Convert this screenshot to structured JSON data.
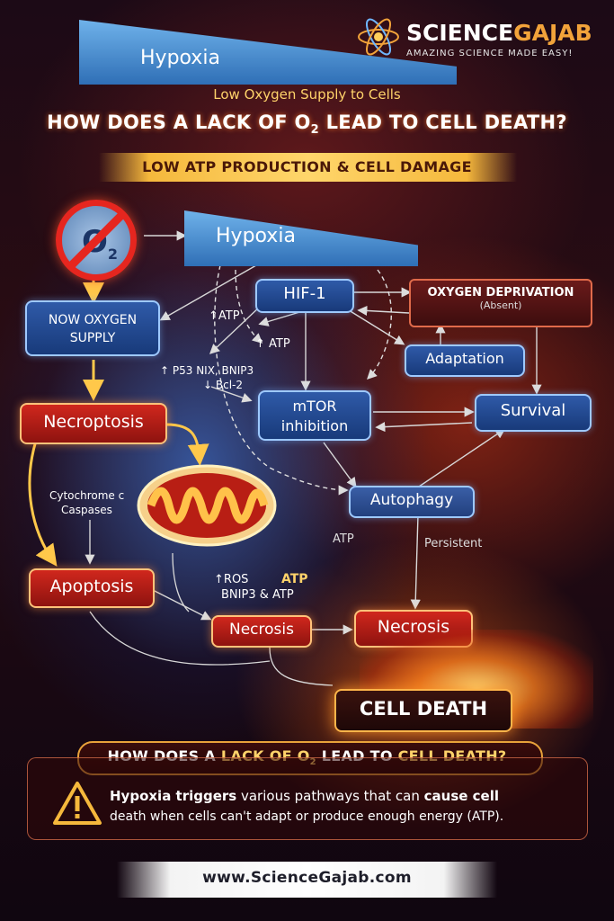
{
  "brand": {
    "name_part1": "SCIENCE",
    "name_part2": "GAJAB",
    "tagline": "AMAZING SCIENCE MADE EASY!"
  },
  "top_banner": {
    "title": "Hypoxia",
    "subtitle": "Low Oxygen Supply to Cells"
  },
  "main_question": {
    "part1": "HOW DOES A LACK OF O",
    "sub": "2",
    "part2": " LEAD TO CELL DEATH?"
  },
  "strip": "LOW ATP PRODUCTION & CELL DAMAGE",
  "no_o2_sign": {
    "symbol": "O",
    "sub": "2"
  },
  "diagram": {
    "hypoxia": "Hypoxia",
    "now_oxygen_supply": [
      "NOW OXYGEN",
      "SUPPLY"
    ],
    "hif1": "HIF-1",
    "oxygen_deprivation": {
      "title": "OXYGEN DEPRIVATION",
      "note": "(Absent)"
    },
    "adaptation": "Adaptation",
    "survival": "Survival",
    "mtor": [
      "mTOR",
      "inhibition"
    ],
    "necroptosis": "Necroptosis",
    "autophagy": "Autophagy",
    "apoptosis": "Apoptosis",
    "necrosis_left": "Necrosis",
    "necrosis_right": "Necrosis",
    "cell_death": "CELL DEATH",
    "labels": {
      "atp_arrow_left": "ATP",
      "atp_arrow_right": "ATP",
      "p53_line1": "P53 NIX, BNIP3",
      "p53_line2": "Bcl-2",
      "cytochrome": "Cytochrome c",
      "caspases": "Caspases",
      "atp_mid": "ATP",
      "ros": "ROS",
      "atp_bold": "ATP",
      "bnip3_atp": "BNIP3 & ATP",
      "persistent": "Persistent"
    }
  },
  "bottom": {
    "question": {
      "part1": "HOW DOES A ",
      "hl1": "LACK OF O",
      "sub": "2",
      "part2": " LEAD TO ",
      "hl2": "CELL DEATH?"
    },
    "desc_bold1": "Hypoxia triggers",
    "desc1": " various pathways that can ",
    "desc_bold2": "cause cell",
    "desc2": "death when cells can't adapt or produce enough energy (ATP)."
  },
  "footer": {
    "prefix": "www.",
    "site": "ScienceGajab",
    "suffix": ".com"
  },
  "colors": {
    "accent_gold": "#ffd36a",
    "box_red": "#b81e17",
    "box_blue": "#24498f"
  }
}
